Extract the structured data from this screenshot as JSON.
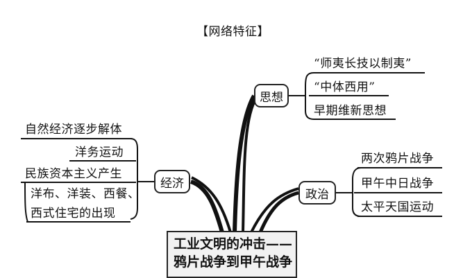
{
  "header": "【网络特征】",
  "center": {
    "line1": "工业文明的冲击——",
    "line2": "鸦片战争到甲午战争"
  },
  "branches": {
    "thought": {
      "label": "思想",
      "items": [
        "“师夷长技以制夷”",
        "“中体西用”",
        "早期维新思想"
      ]
    },
    "economy": {
      "label": "经济",
      "items": [
        "自然经济逐步解体",
        "洋务运动",
        "民族资本主义产生"
      ],
      "subitem": {
        "line1": "洋布、洋装、西餐、",
        "line2": "西式住宅的出现"
      }
    },
    "politics": {
      "label": "政治",
      "items": [
        "两次鸦片战争",
        "甲午中日战争",
        "太平天国运动"
      ]
    }
  }
}
